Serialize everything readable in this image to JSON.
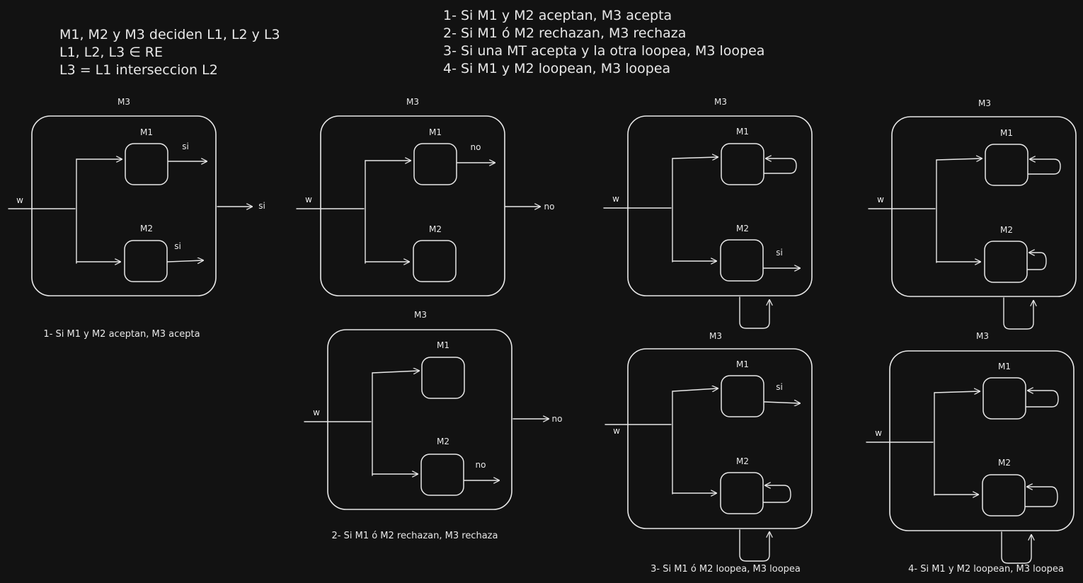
{
  "notes_left": [
    "M1, M2 y M3 deciden L1, L2 y L3",
    "L1, L2, L3 ∈ RE",
    "L3 = L1 interseccion L2"
  ],
  "notes_right": [
    "1- Si M1 y M2 aceptan, M3 acepta",
    "2- Si M1 ó M2 rechazan, M3 rechaza",
    "3- Si una MT acepta y la otra loopea, M3 loopea",
    "4- Si M1 y M2 loopean, M3 loopea"
  ],
  "labels": {
    "outer": "M3",
    "m1": "M1",
    "m2": "M2",
    "input": "w",
    "yes": "si",
    "no": "no"
  },
  "captions": {
    "case1": "1- Si M1 y M2 aceptan, M3 acepta",
    "case2": "2- Si M1 ó M2 rechazan, M3 rechaza",
    "case3": "3- Si M1 ó M2 loopea, M3 loopea",
    "case4": "4- Si M1 y M2 loopean, M3 loopea"
  }
}
